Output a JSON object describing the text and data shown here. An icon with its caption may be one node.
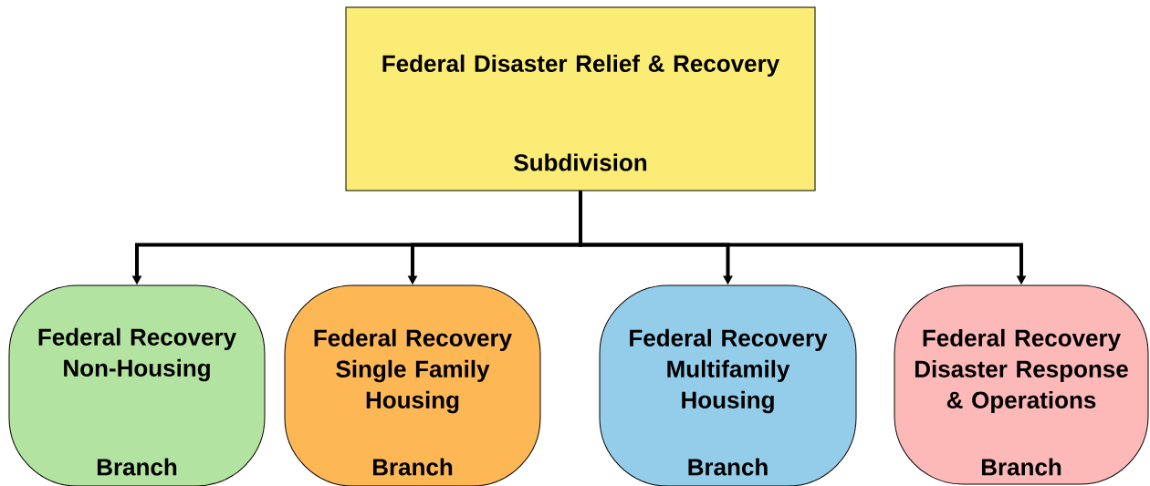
{
  "diagram": {
    "nodes": [
      {
        "text": [
          "Federal Disaster Relief & Recovery",
          "Subdivision"
        ]
      },
      {
        "text": [
          "Federal Recovery Non-Housing",
          "Branch"
        ]
      },
      {
        "text": [
          "Federal Recovery Single Family Housing",
          "Branch"
        ]
      },
      {
        "text": [
          "Federal Recovery Multifamily Housing",
          "Branch"
        ]
      },
      {
        "text": [
          "Federal Recovery Disaster Response & Operations",
          "Branch"
        ]
      }
    ],
    "edges": [
      {
        "from": 0,
        "to": 1,
        "arrow": "to"
      },
      {
        "from": 0,
        "to": 2,
        "arrow": "to"
      },
      {
        "from": 0,
        "to": 3,
        "arrow": "to"
      },
      {
        "from": 0,
        "to": 4,
        "arrow": "to"
      }
    ]
  }
}
